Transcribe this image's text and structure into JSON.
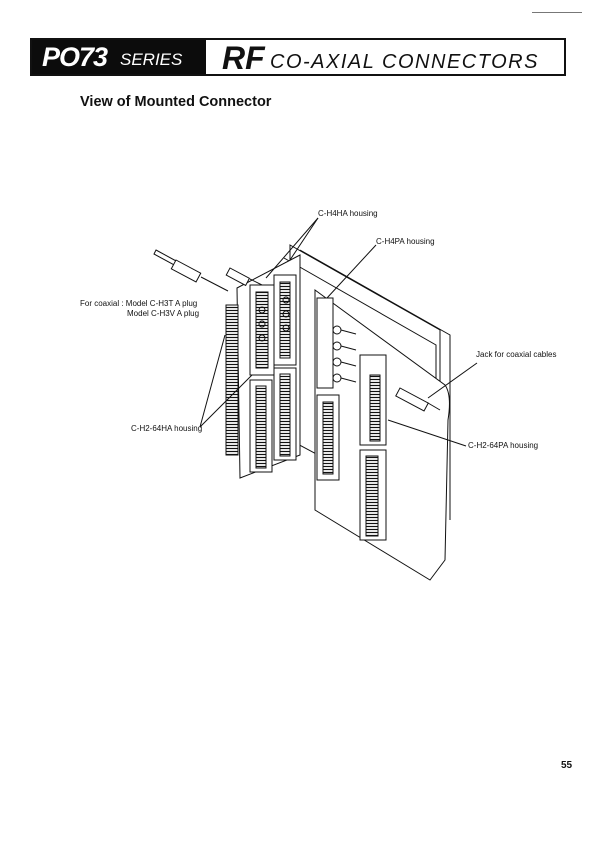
{
  "header": {
    "series_model": "PO73",
    "series_word": "SERIES",
    "product_prefix": "RF",
    "product_name": "CO-AXIAL CONNECTORS"
  },
  "section_title": "View of Mounted Connector",
  "callouts": {
    "h4ha_housing": "C-H4HA housing",
    "h4pa_housing": "C-H4PA housing",
    "coaxial_line1": "For coaxial : Model C-H3T A plug",
    "coaxial_line2": "Model C-H3V A plug",
    "jack_label": "Jack for coaxial cables",
    "h2_64ha_housing": "C-H2-64HA housing",
    "h2_64pa_housing": "C-H2-64PA housing"
  },
  "page_number": "55"
}
